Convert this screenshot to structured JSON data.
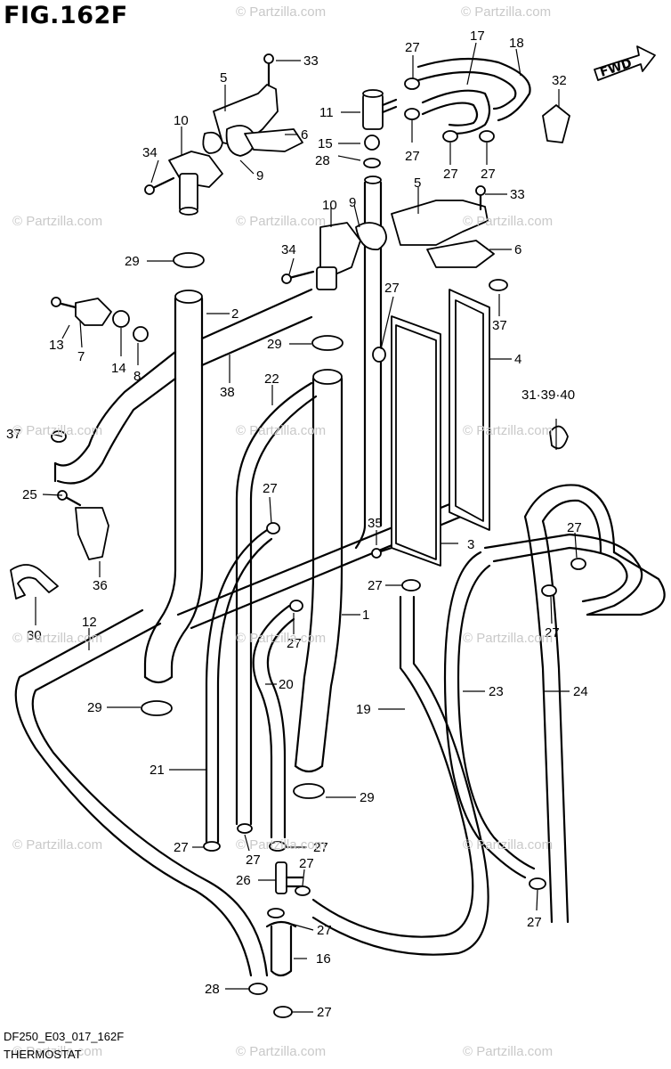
{
  "figure": {
    "title": "FIG.162F",
    "code": "DF250_E03_017_162F",
    "name": "THERMOSTAT",
    "fwd_label": "FWD"
  },
  "watermark": "© Partzilla.com",
  "callouts": [
    {
      "id": "c1",
      "text": "1"
    },
    {
      "id": "c2",
      "text": "2"
    },
    {
      "id": "c3",
      "text": "3"
    },
    {
      "id": "c4",
      "text": "4"
    },
    {
      "id": "c5a",
      "text": "5"
    },
    {
      "id": "c5b",
      "text": "5"
    },
    {
      "id": "c6a",
      "text": "6"
    },
    {
      "id": "c6b",
      "text": "6"
    },
    {
      "id": "c7",
      "text": "7"
    },
    {
      "id": "c8",
      "text": "8"
    },
    {
      "id": "c9a",
      "text": "9"
    },
    {
      "id": "c9b",
      "text": "9"
    },
    {
      "id": "c10a",
      "text": "10"
    },
    {
      "id": "c10b",
      "text": "10"
    },
    {
      "id": "c11",
      "text": "11"
    },
    {
      "id": "c12",
      "text": "12"
    },
    {
      "id": "c13",
      "text": "13"
    },
    {
      "id": "c14",
      "text": "14"
    },
    {
      "id": "c15",
      "text": "15"
    },
    {
      "id": "c16",
      "text": "16"
    },
    {
      "id": "c17",
      "text": "17"
    },
    {
      "id": "c18",
      "text": "18"
    },
    {
      "id": "c19",
      "text": "19"
    },
    {
      "id": "c20",
      "text": "20"
    },
    {
      "id": "c21",
      "text": "21"
    },
    {
      "id": "c22",
      "text": "22"
    },
    {
      "id": "c23",
      "text": "23"
    },
    {
      "id": "c24",
      "text": "24"
    },
    {
      "id": "c25",
      "text": "25"
    },
    {
      "id": "c26",
      "text": "26"
    },
    {
      "id": "c27a",
      "text": "27"
    },
    {
      "id": "c27b",
      "text": "27"
    },
    {
      "id": "c27c",
      "text": "27"
    },
    {
      "id": "c27d",
      "text": "27"
    },
    {
      "id": "c27e",
      "text": "27"
    },
    {
      "id": "c27f",
      "text": "27"
    },
    {
      "id": "c27g",
      "text": "27"
    },
    {
      "id": "c27h",
      "text": "27"
    },
    {
      "id": "c27i",
      "text": "27"
    },
    {
      "id": "c27j",
      "text": "27"
    },
    {
      "id": "c27k",
      "text": "27"
    },
    {
      "id": "c27l",
      "text": "27"
    },
    {
      "id": "c27m",
      "text": "27"
    },
    {
      "id": "c27n",
      "text": "27"
    },
    {
      "id": "c27o",
      "text": "27"
    },
    {
      "id": "c27p",
      "text": "27"
    },
    {
      "id": "c27q",
      "text": "27"
    },
    {
      "id": "c27r",
      "text": "27"
    },
    {
      "id": "c28a",
      "text": "28"
    },
    {
      "id": "c28b",
      "text": "28"
    },
    {
      "id": "c29a",
      "text": "29"
    },
    {
      "id": "c29b",
      "text": "29"
    },
    {
      "id": "c29c",
      "text": "29"
    },
    {
      "id": "c29d",
      "text": "29"
    },
    {
      "id": "c30",
      "text": "30"
    },
    {
      "id": "c313940",
      "text": "31·39·40"
    },
    {
      "id": "c32",
      "text": "32"
    },
    {
      "id": "c33a",
      "text": "33"
    },
    {
      "id": "c33b",
      "text": "33"
    },
    {
      "id": "c34a",
      "text": "34"
    },
    {
      "id": "c34b",
      "text": "34"
    },
    {
      "id": "c35",
      "text": "35"
    },
    {
      "id": "c36",
      "text": "36"
    },
    {
      "id": "c37a",
      "text": "37"
    },
    {
      "id": "c37b",
      "text": "37"
    },
    {
      "id": "c38",
      "text": "38"
    }
  ]
}
